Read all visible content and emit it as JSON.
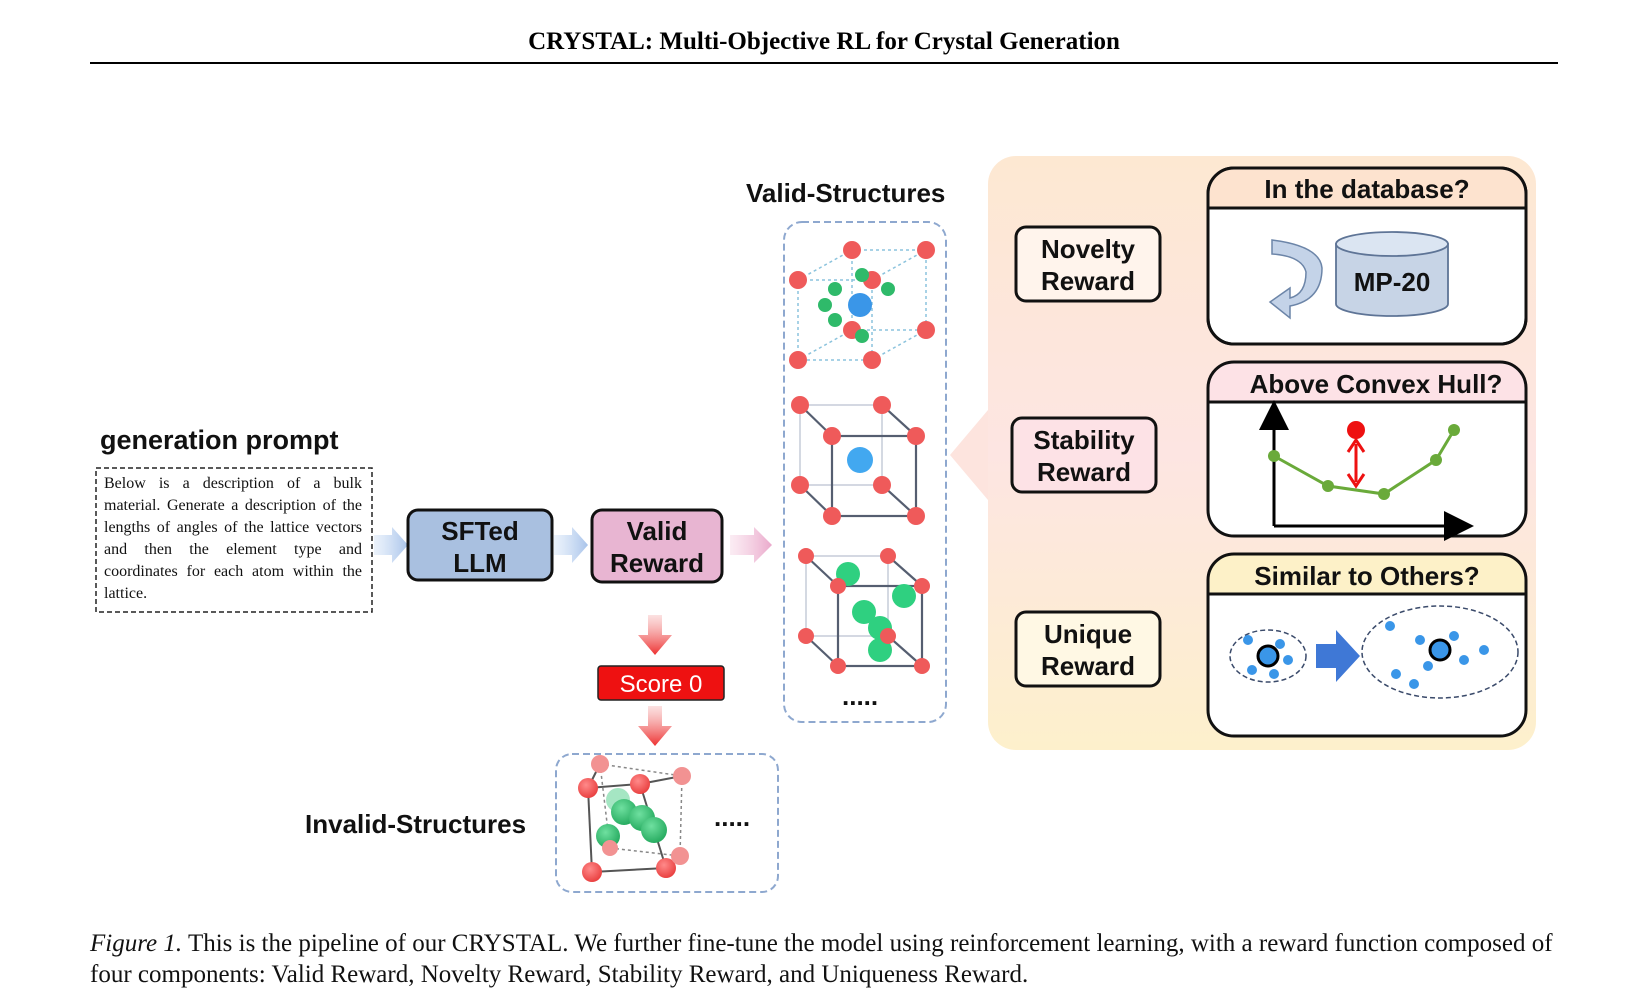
{
  "header": {
    "title": "CRYSTAL: Multi-Objective RL for Crystal Generation"
  },
  "figure": {
    "prompt_title": "generation prompt",
    "prompt_text": "Below is a description of a bulk material. Generate a description of the lengths of angles of the lattice vectors and then the element type and coordinates for each atom within the lattice.",
    "sft_label": [
      "SFTed",
      "LLM"
    ],
    "valid_label": [
      "Valid",
      "Reward"
    ],
    "score_label": "Score 0",
    "valid_structures_title": "Valid-Structures",
    "invalid_structures_title": "Invalid-Structures",
    "ellipsis": ".....",
    "rewards": {
      "novelty": [
        "Novelty",
        "Reward"
      ],
      "stability": [
        "Stability",
        "Reward"
      ],
      "unique": [
        "Unique",
        "Reward"
      ]
    },
    "panels": {
      "database": {
        "title": "In the database?",
        "db_label": "MP-20"
      },
      "hull": {
        "title": "Above Convex Hull?"
      },
      "similar": {
        "title": "Similar to Others?"
      }
    }
  },
  "caption": {
    "label": "Figure 1.",
    "text": "This is the pipeline of our CRYSTAL. We further fine-tune the model using reinforcement learning, with a reward function composed of four components: Valid Reward, Novelty Reward, Stability Reward, and Uniqueness Reward."
  },
  "colors": {
    "sft_fill": "#a9c0e0",
    "valid_fill": "#e8b5d2",
    "score_red": "#ee1111",
    "atom_red": "#ef5a5a",
    "atom_green": "#2fba6a",
    "atom_blue": "#3a96e8",
    "novelty_panel": "#fde3cf",
    "hull_panel": "#fde2e6",
    "similar_panel": "#fdf1c8"
  }
}
